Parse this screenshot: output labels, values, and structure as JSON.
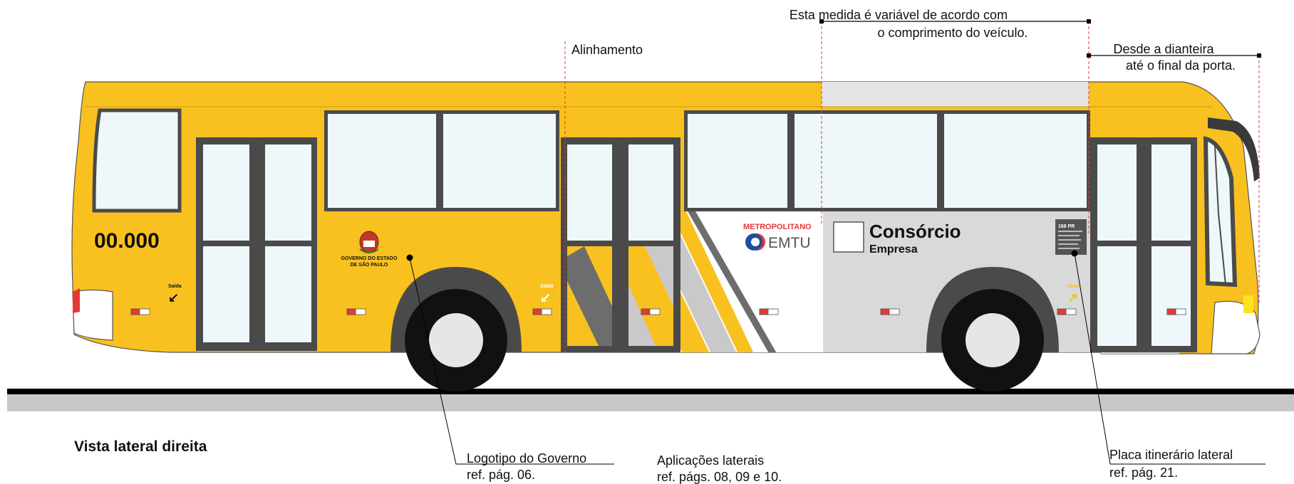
{
  "view_title": "Vista lateral direita",
  "annotations": {
    "measure_variable": [
      "Esta medida é variável de acordo com",
      "o comprimento do veículo."
    ],
    "alignment": "Alinhamento",
    "front_to_door": [
      "Desde a dianteira",
      "até o final da porta."
    ],
    "gov_logo": [
      "Logotipo do Governo",
      "ref. pág. 06."
    ],
    "side_applications": [
      "Aplicações laterais",
      "ref. págs. 08, 09 e 10."
    ],
    "route_plate": [
      "Placa itinerário lateral",
      "ref. pág. 21."
    ]
  },
  "bus": {
    "fleet_number": "00.000",
    "exit_label": "Saída",
    "gov_emblem_lines": [
      "GOVERNO DO ESTADO",
      "DE SÃO PAULO"
    ],
    "metropolitano": "METROPOLITANO",
    "emtu": "EMTU",
    "consortium": "Consórcio",
    "company": "Empresa",
    "route_number": "166 PR"
  },
  "colors": {
    "bus_yellow": "#f9c11f",
    "window_frame": "#4a4a4a",
    "glass": "#eef7f9",
    "dimension_red": "#e53935",
    "body_grey": "#d9d9d9",
    "tire": "#111111",
    "hub": "#e6e6e6",
    "ground_line": "#000000",
    "ground_band": "#c8c8c8"
  }
}
